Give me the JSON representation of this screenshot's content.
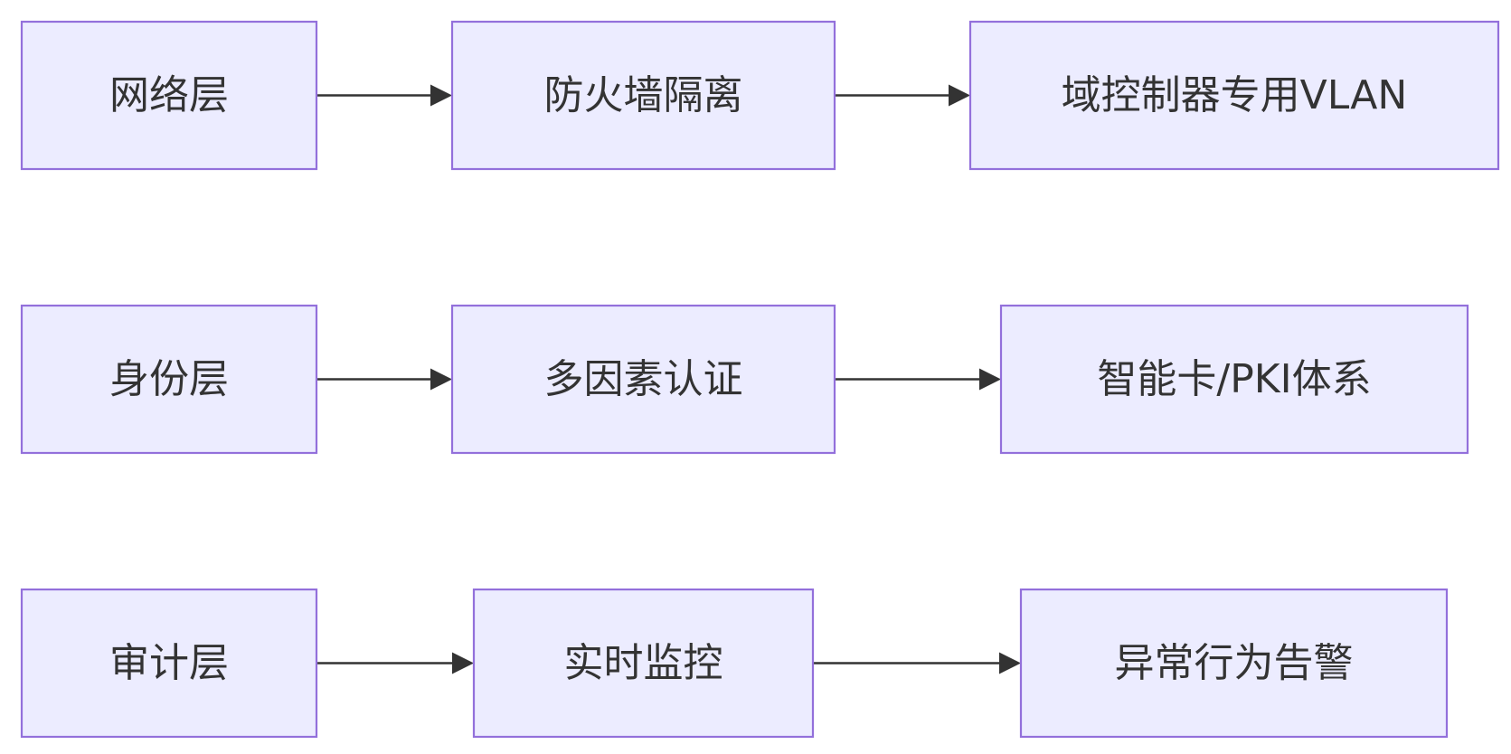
{
  "diagram": {
    "type": "flowchart",
    "direction": "left-to-right",
    "colors": {
      "node_fill": "#ececff",
      "node_stroke": "#9370db",
      "edge": "#333333",
      "text": "#333333"
    },
    "rows": [
      {
        "nodes": [
          "网络层",
          "防火墙隔离",
          "域控制器专用VLAN"
        ]
      },
      {
        "nodes": [
          "身份层",
          "多因素认证",
          "智能卡/PKI体系"
        ]
      },
      {
        "nodes": [
          "审计层",
          "实时监控",
          "异常行为告警"
        ]
      }
    ],
    "edges": [
      {
        "from": "网络层",
        "to": "防火墙隔离"
      },
      {
        "from": "防火墙隔离",
        "to": "域控制器专用VLAN"
      },
      {
        "from": "身份层",
        "to": "多因素认证"
      },
      {
        "from": "多因素认证",
        "to": "智能卡/PKI体系"
      },
      {
        "from": "审计层",
        "to": "实时监控"
      },
      {
        "from": "实时监控",
        "to": "异常行为告警"
      }
    ]
  }
}
